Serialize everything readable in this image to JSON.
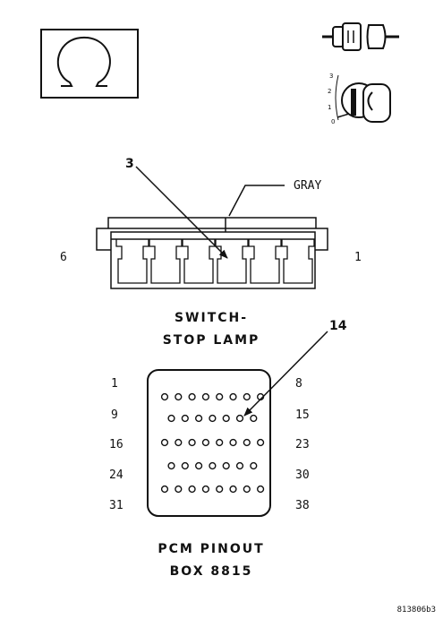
{
  "switch_section": {
    "callout_number": "3",
    "wire_color": "GRAY",
    "pin_left": "6",
    "pin_right": "1",
    "caption_line1": "SWITCH-",
    "caption_line2": "STOP LAMP"
  },
  "pcm_section": {
    "callout_number": "14",
    "row_labels_left": [
      "1",
      "9",
      "16",
      "24",
      "31"
    ],
    "row_labels_right": [
      "8",
      "15",
      "23",
      "30",
      "38"
    ],
    "row_pin_counts": [
      8,
      7,
      8,
      7,
      8
    ],
    "highlighted_pin": "14",
    "caption_line1": "PCM PINOUT",
    "caption_line2": "BOX 8815"
  },
  "ignition_key": {
    "positions": [
      "3",
      "2",
      "1",
      "0"
    ]
  },
  "icons": {
    "ohms_symbol": "omega-ohmmeter-icon",
    "connector": "disconnected-connector-icon",
    "ignition": "ignition-key-icon"
  },
  "figure_code": "813806b3"
}
